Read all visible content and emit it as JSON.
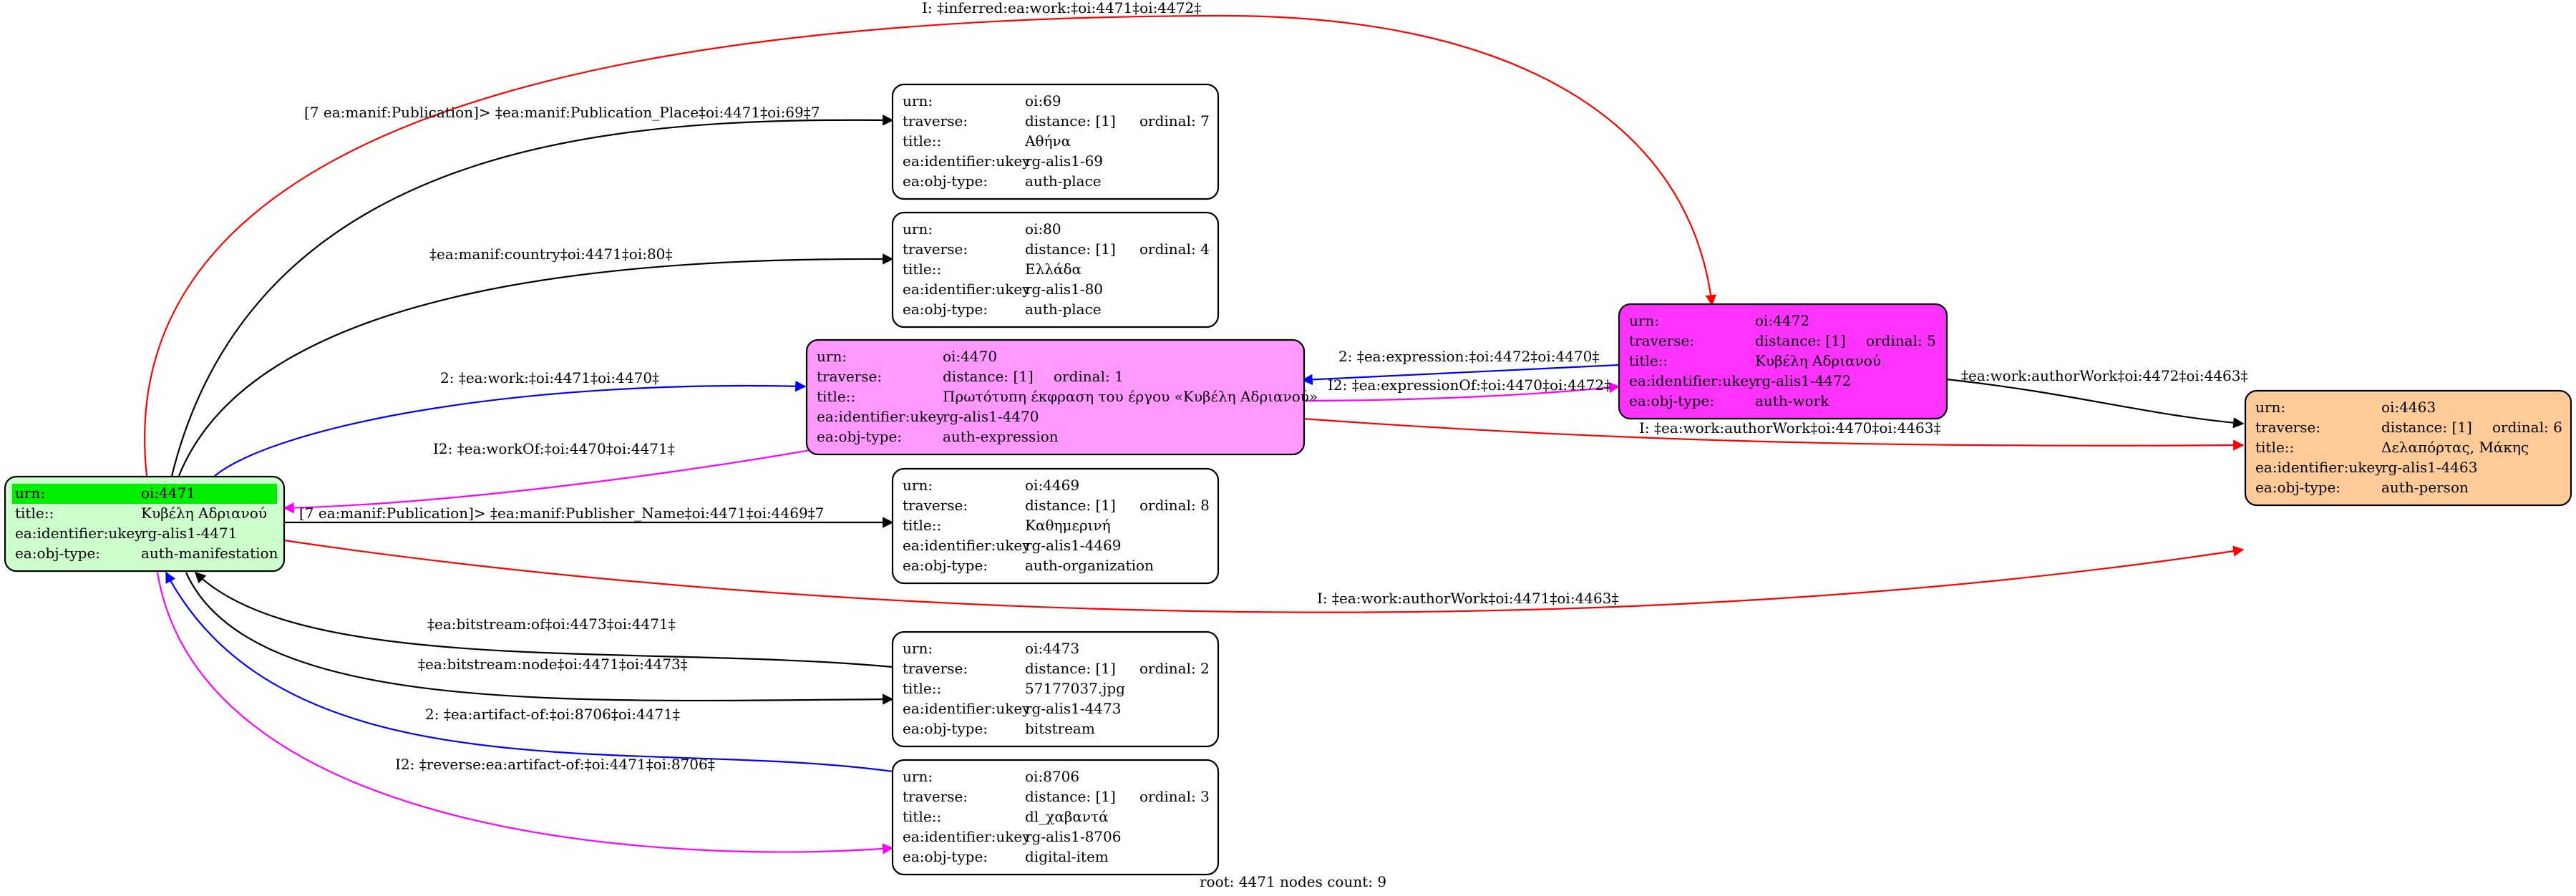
{
  "nodes": [
    {
      "id": "oi4471",
      "fill": "#ccffcc",
      "header_fill": "#00ee00",
      "rows": [
        [
          "urn:",
          "oi:4471",
          ""
        ],
        [
          "title::",
          "Κυβέλη Αδριανού",
          ""
        ],
        [
          "ea:identifier:ukey",
          "rg-alis1-4471",
          ""
        ],
        [
          "ea:obj-type:",
          "auth-manifestation",
          ""
        ]
      ]
    },
    {
      "id": "oi69",
      "fill": "#ffffff",
      "rows": [
        [
          "urn:",
          "oi:69",
          ""
        ],
        [
          "traverse:",
          "distance: [1]",
          "ordinal: 7"
        ],
        [
          "title::",
          "Αθήνα",
          ""
        ],
        [
          "ea:identifier:ukey",
          "rg-alis1-69",
          ""
        ],
        [
          "ea:obj-type:",
          "auth-place",
          ""
        ]
      ]
    },
    {
      "id": "oi80",
      "fill": "#ffffff",
      "rows": [
        [
          "urn:",
          "oi:80",
          ""
        ],
        [
          "traverse:",
          "distance: [1]",
          "ordinal: 4"
        ],
        [
          "title::",
          "Ελλάδα",
          ""
        ],
        [
          "ea:identifier:ukey",
          "rg-alis1-80",
          ""
        ],
        [
          "ea:obj-type:",
          "auth-place",
          ""
        ]
      ]
    },
    {
      "id": "oi4470",
      "fill": "#ff99ff",
      "rows": [
        [
          "urn:",
          "oi:4470",
          ""
        ],
        [
          "traverse:",
          "distance: [1]",
          "ordinal: 1"
        ],
        [
          "title::",
          "Πρωτότυπη έκφραση του έργου «Κυβέλη Αδριανού»",
          ""
        ],
        [
          "ea:identifier:ukey",
          "rg-alis1-4470",
          ""
        ],
        [
          "ea:obj-type:",
          "auth-expression",
          ""
        ]
      ]
    },
    {
      "id": "oi4469",
      "fill": "#ffffff",
      "rows": [
        [
          "urn:",
          "oi:4469",
          ""
        ],
        [
          "traverse:",
          "distance: [1]",
          "ordinal: 8"
        ],
        [
          "title::",
          "Καθημερινή",
          ""
        ],
        [
          "ea:identifier:ukey",
          "rg-alis1-4469",
          ""
        ],
        [
          "ea:obj-type:",
          "auth-organization",
          ""
        ]
      ]
    },
    {
      "id": "oi4473",
      "fill": "#ffffff",
      "rows": [
        [
          "urn:",
          "oi:4473",
          ""
        ],
        [
          "traverse:",
          "distance: [1]",
          "ordinal: 2"
        ],
        [
          "title::",
          "57177037.jpg",
          ""
        ],
        [
          "ea:identifier:ukey",
          "rg-alis1-4473",
          ""
        ],
        [
          "ea:obj-type:",
          "bitstream",
          ""
        ]
      ]
    },
    {
      "id": "oi8706",
      "fill": "#ffffff",
      "rows": [
        [
          "urn:",
          "oi:8706",
          ""
        ],
        [
          "traverse:",
          "distance: [1]",
          "ordinal: 3"
        ],
        [
          "title::",
          "dl_χαβαντά",
          ""
        ],
        [
          "ea:identifier:ukey",
          "rg-alis1-8706",
          ""
        ],
        [
          "ea:obj-type:",
          "digital-item",
          ""
        ]
      ]
    },
    {
      "id": "oi4472",
      "fill": "#ff33ff",
      "rows": [
        [
          "urn:",
          "oi:4472",
          ""
        ],
        [
          "traverse:",
          "distance: [1]",
          "ordinal: 5"
        ],
        [
          "title::",
          "Κυβέλη Αδριανού",
          ""
        ],
        [
          "ea:identifier:ukey",
          "rg-alis1-4472",
          ""
        ],
        [
          "ea:obj-type:",
          "auth-work",
          ""
        ]
      ]
    },
    {
      "id": "oi4463",
      "fill": "#ffcc99",
      "rows": [
        [
          "urn:",
          "oi:4463",
          ""
        ],
        [
          "traverse:",
          "distance: [1]",
          "ordinal: 6"
        ],
        [
          "title::",
          "Δελαπόρτας, Μάκης",
          ""
        ],
        [
          "ea:identifier:ukey",
          "rg-alis1-4463",
          ""
        ],
        [
          "ea:obj-type:",
          "auth-person",
          ""
        ]
      ]
    }
  ],
  "edges": [
    {
      "label": "I: ‡inferred:ea:work:‡oi:4471‡oi:4472‡",
      "color": "#ff0000"
    },
    {
      "label": "[7 ea:manif:Publication]> ‡ea:manif:Publication_Place‡oi:4471‡oi:69‡7",
      "color": "#000000"
    },
    {
      "label": "‡ea:manif:country‡oi:4471‡oi:80‡",
      "color": "#000000"
    },
    {
      "label": "2: ‡ea:work:‡oi:4471‡oi:4470‡",
      "color": "#0000ff"
    },
    {
      "label": "I2: ‡ea:workOf:‡oi:4470‡oi:4471‡",
      "color": "#ff00ff"
    },
    {
      "label": "[7 ea:manif:Publication]> ‡ea:manif:Publisher_Name‡oi:4471‡oi:4469‡7",
      "color": "#000000"
    },
    {
      "label": "I: ‡ea:work:authorWork‡oi:4471‡oi:4463‡",
      "color": "#ff0000"
    },
    {
      "label": "‡ea:bitstream:of‡oi:4473‡oi:4471‡",
      "color": "#000000"
    },
    {
      "label": "‡ea:bitstream:node‡oi:4471‡oi:4473‡",
      "color": "#000000"
    },
    {
      "label": "2: ‡ea:artifact-of:‡oi:8706‡oi:4471‡",
      "color": "#0000ff"
    },
    {
      "label": "I2: ‡reverse:ea:artifact-of:‡oi:4471‡oi:8706‡",
      "color": "#ff00ff"
    },
    {
      "label": "2: ‡ea:expression:‡oi:4472‡oi:4470‡",
      "color": "#0000ff"
    },
    {
      "label": "I2: ‡ea:expressionOf:‡oi:4470‡oi:4472‡",
      "color": "#ff00ff"
    },
    {
      "label": "I: ‡ea:work:authorWork‡oi:4470‡oi:4463‡",
      "color": "#ff0000"
    },
    {
      "label": "‡ea:work:authorWork‡oi:4472‡oi:4463‡",
      "color": "#000000"
    }
  ],
  "footer": "root: 4471 nodes count: 9"
}
